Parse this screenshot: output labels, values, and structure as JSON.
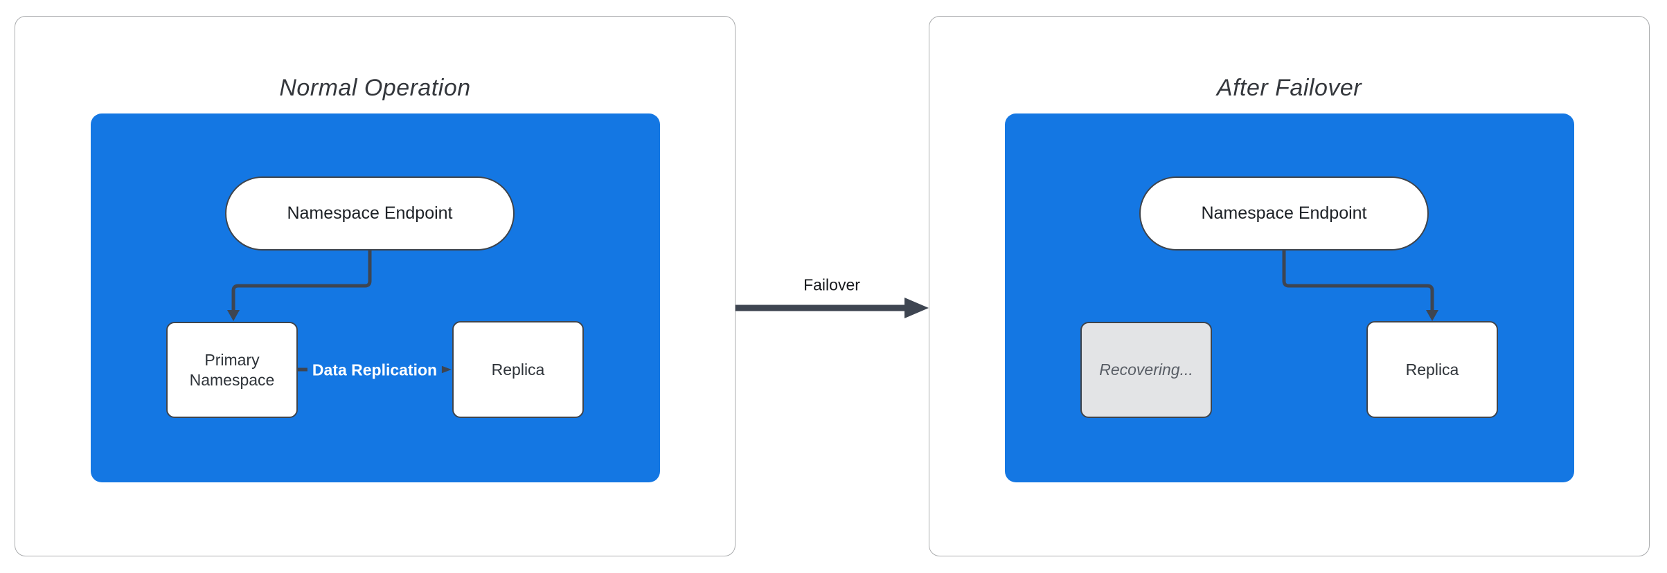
{
  "panels": [
    {
      "title": "Normal Operation",
      "endpoint_label": "Namespace Endpoint",
      "left_node_label": "Primary Namespace",
      "right_node_label": "Replica"
    },
    {
      "title": "After Failover",
      "endpoint_label": "Namespace Endpoint",
      "left_node_label": "Recovering...",
      "right_node_label": "Replica"
    }
  ],
  "edges": {
    "replication_label": "Data Replication",
    "failover_label": "Failover"
  },
  "colors": {
    "container_blue": "#1477E3",
    "connector_dark": "#3E4551",
    "panel_border": "#AAACAE",
    "node_border": "#3E444C",
    "recovering_fill": "#E3E4E6",
    "recovering_text": "#585D65"
  }
}
